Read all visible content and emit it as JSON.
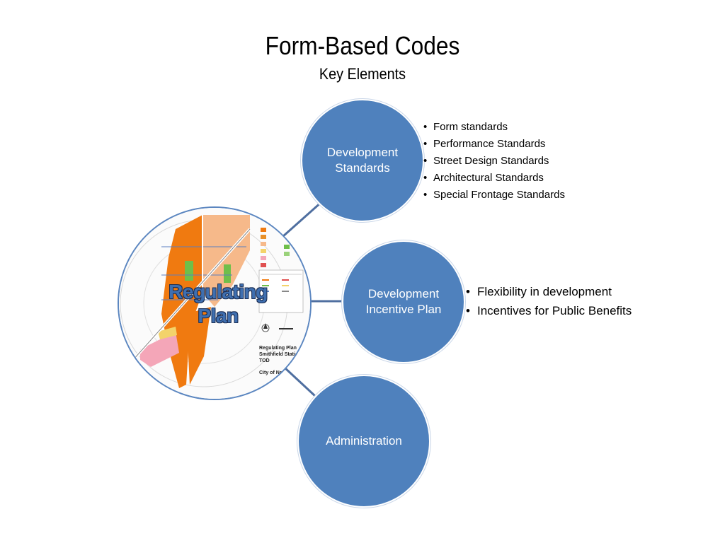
{
  "title": "Form-Based Codes",
  "subtitle": "Key Elements",
  "hub": {
    "label_line1": "Regulating",
    "label_line2": "Plan",
    "map_caption_line1": "Regulating Plan",
    "map_caption_line2": "Smithfield Station TOD",
    "map_caption_line3": "City of North Rich"
  },
  "nodes": [
    {
      "label_line1": "Development",
      "label_line2": "Standards",
      "bullets": [
        "Form standards",
        "Performance Standards",
        "Street Design Standards",
        "Architectural Standards",
        "Special Frontage Standards"
      ]
    },
    {
      "label_line1": "Development",
      "label_line2": "Incentive Plan",
      "bullets": [
        "Flexibility in development",
        "Incentives for Public Benefits"
      ]
    },
    {
      "label_line1": "Administration",
      "bullets": []
    }
  ],
  "colors": {
    "node_fill": "#4f81bd",
    "connector": "#4f6fa0",
    "hub_border": "#5b86c0",
    "map_orange": "#f07a10",
    "map_peach": "#f6b98a",
    "map_green": "#6fbf4a",
    "map_pink": "#f4a6b8"
  }
}
